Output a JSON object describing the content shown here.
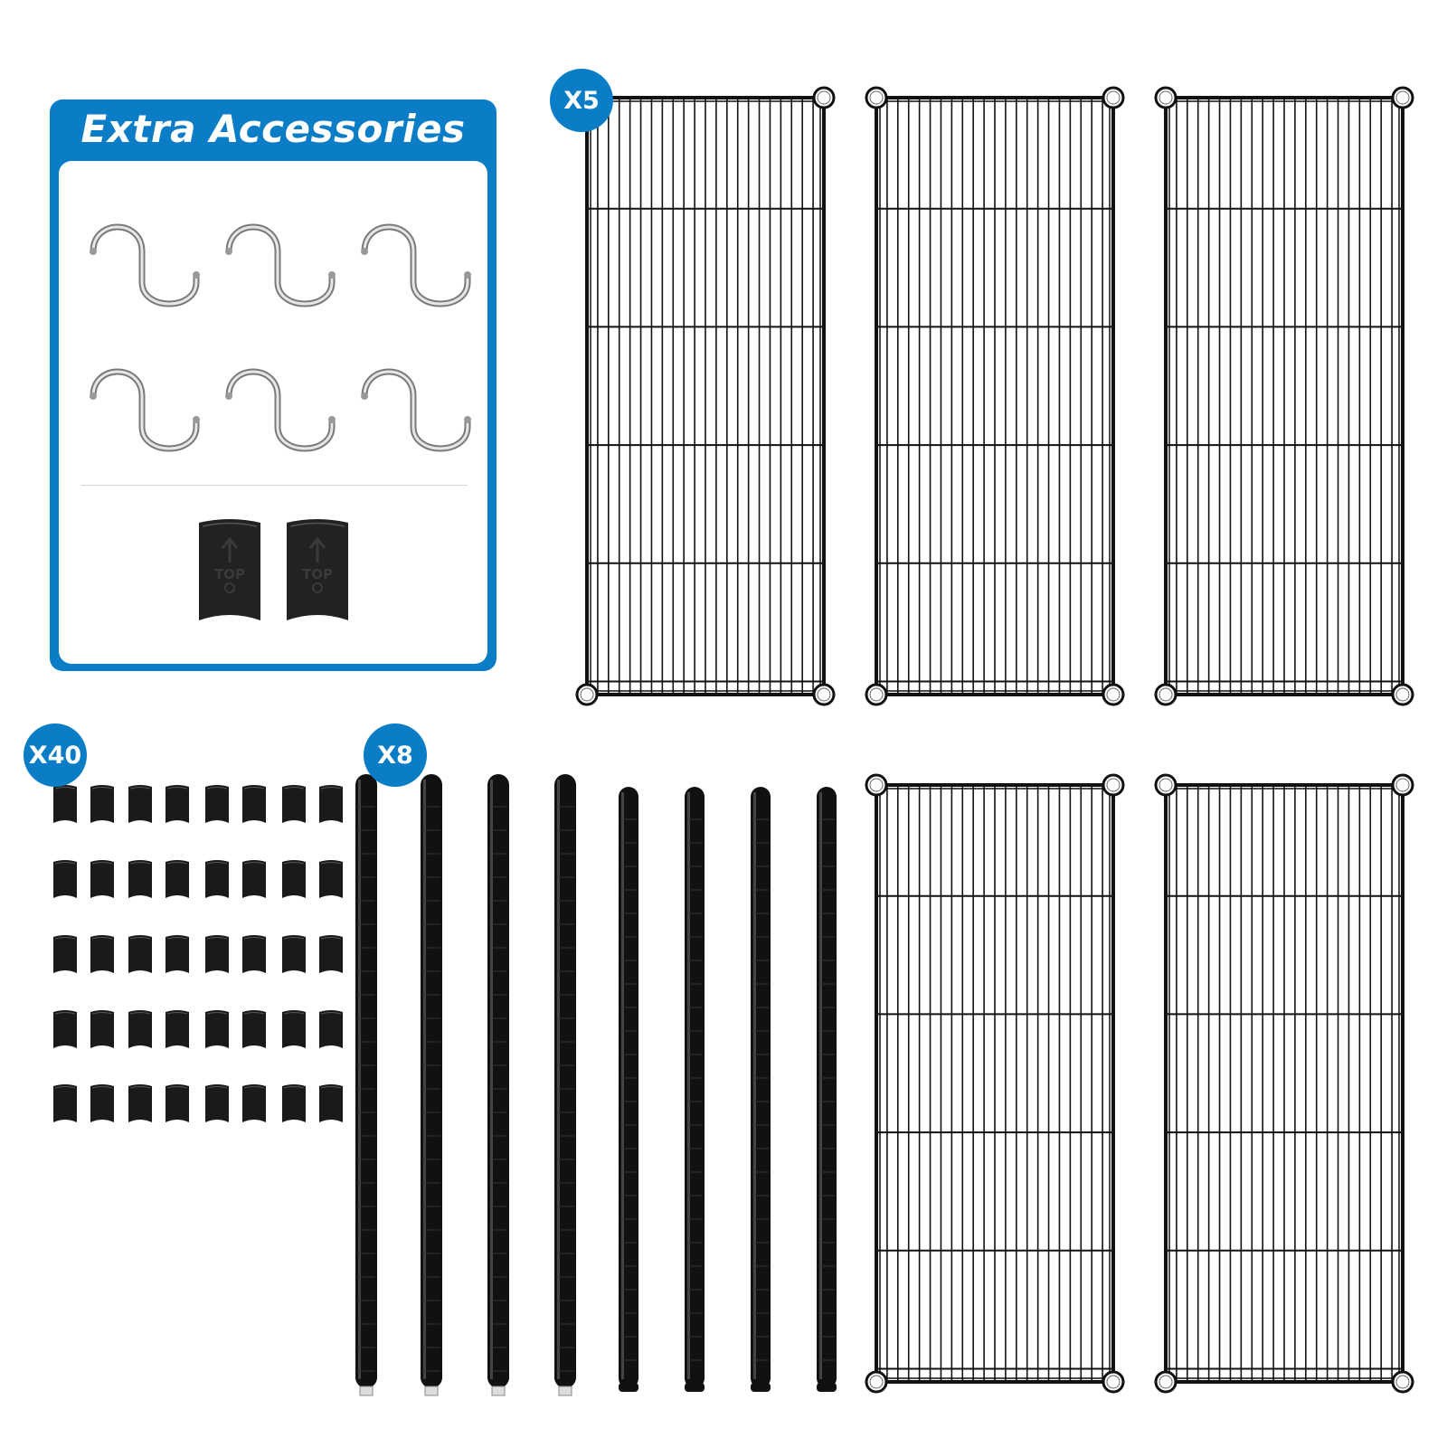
{
  "accessories": {
    "title": "Extra Accessories",
    "hooks_icon": "s-hook-icon",
    "top_clip_icon": "top-clip-icon",
    "top_clip_label": "TOP"
  },
  "badges": {
    "shelves": "X5",
    "clips": "X40",
    "poles": "X8"
  },
  "colors": {
    "accent_blue": "#0b7dc6",
    "wire_black": "#111111",
    "chrome": "#9a9a9a"
  }
}
